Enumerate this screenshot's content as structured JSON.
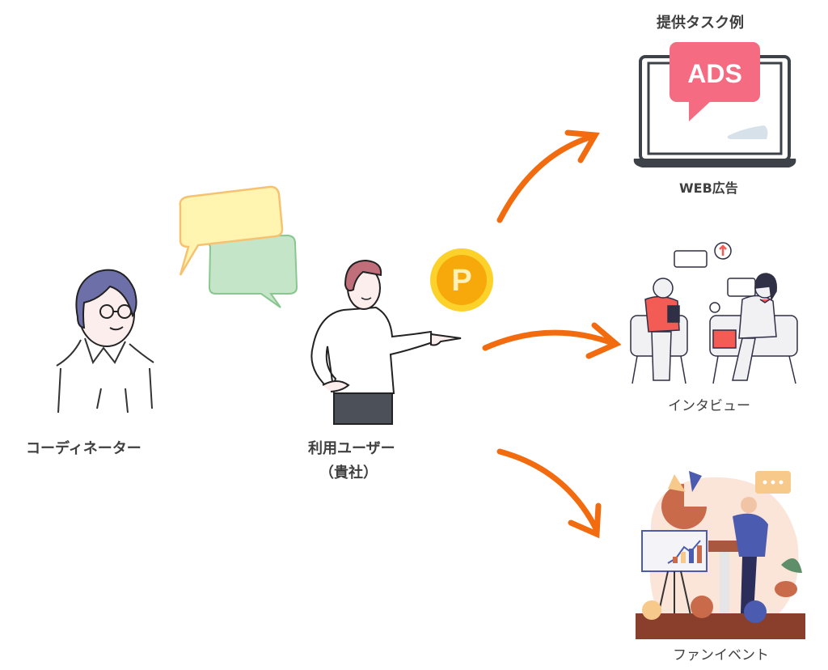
{
  "title": "提供タスク例",
  "actors": {
    "coordinator": {
      "label": "コーディネーター"
    },
    "user": {
      "label_line1": "利用ユーザー",
      "label_line2": "（貴社）"
    }
  },
  "coin": {
    "letter": "P"
  },
  "tasks": [
    {
      "label": "WEB広告",
      "screen_text": "ADS"
    },
    {
      "label": "インタビュー"
    },
    {
      "label": "ファンイベント"
    }
  ],
  "colors": {
    "arrow": "#f26b0f",
    "text": "#3f3f3f",
    "ads_pink": "#f46b82",
    "hair_purple": "#6d6fa8",
    "bubble_yellow": "#fff4b0",
    "bubble_green": "#c5e5c9",
    "coin_gold": "#f9b710"
  }
}
